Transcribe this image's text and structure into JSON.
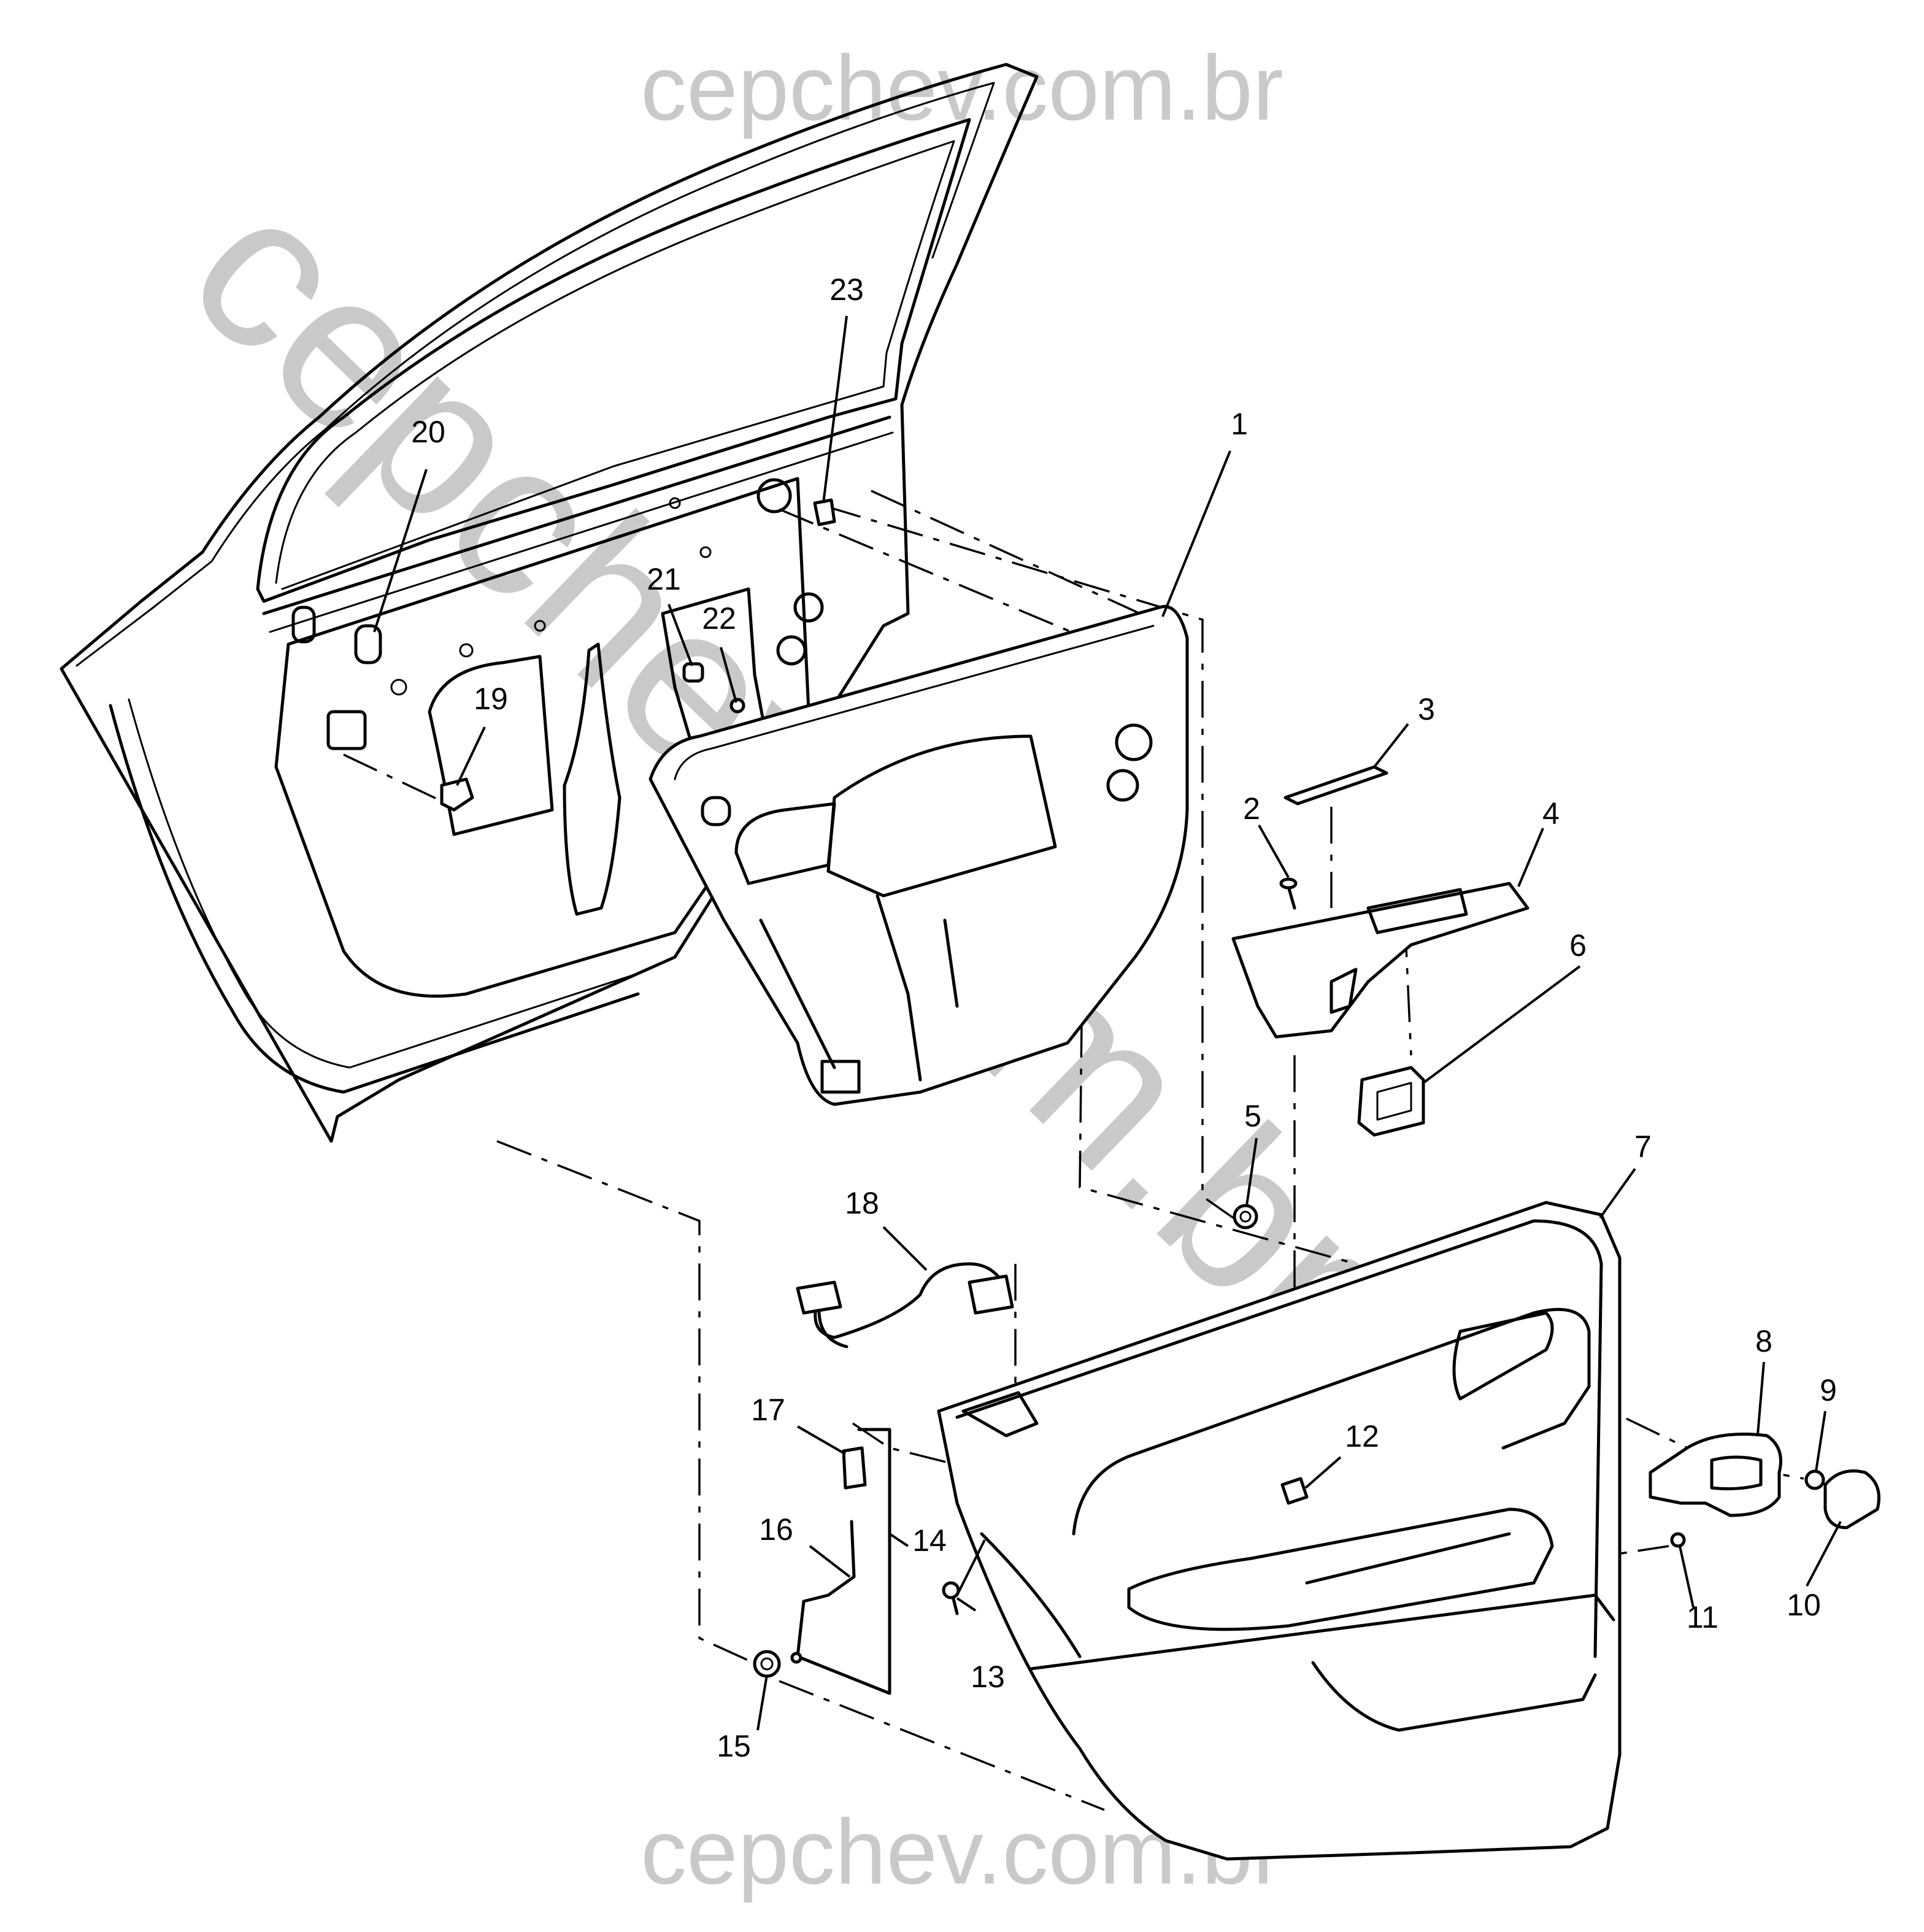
{
  "watermark": {
    "top": "cepchev.com.br",
    "bottom": "cepchev.com.br",
    "diagonal": "cepchev.com.br",
    "color": "#c9c9c9"
  },
  "callouts": [
    "1",
    "2",
    "3",
    "4",
    "5",
    "6",
    "7",
    "8",
    "9",
    "10",
    "11",
    "12",
    "13",
    "14",
    "15",
    "16",
    "17",
    "18",
    "19",
    "20",
    "21",
    "22",
    "23"
  ]
}
